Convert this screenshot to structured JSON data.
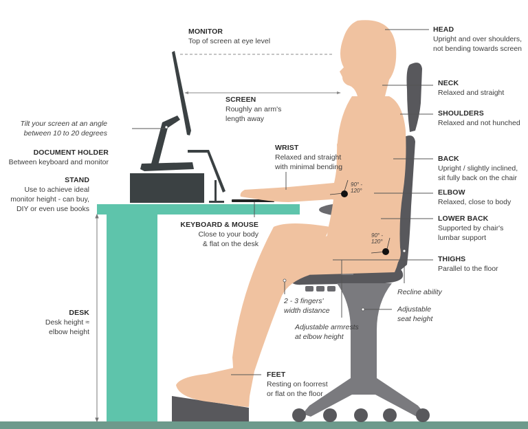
{
  "colors": {
    "skin": "#f0c2a0",
    "chair": "#58585c",
    "chair_light": "#7a7a7e",
    "desk": "#5ec4ab",
    "floor": "#6d9a8c",
    "monitor": "#3b4143",
    "leader_line": "#555555"
  },
  "labels": {
    "monitor": {
      "title": "MONITOR",
      "desc": "Top of screen at eye level"
    },
    "head": {
      "title": "HEAD",
      "desc1": "Upright and over shoulders,",
      "desc2": "not bending towards screen"
    },
    "neck": {
      "title": "NECK",
      "desc": "Relaxed and straight"
    },
    "shoulders": {
      "title": "SHOULDERS",
      "desc": "Relaxed and not hunched"
    },
    "screen": {
      "title": "SCREEN",
      "desc1": "Roughly an arm's",
      "desc2": "length away"
    },
    "tilt": {
      "desc1": "Tilt your screen at an angle",
      "desc2": "between 10 to 20 degrees"
    },
    "document_holder": {
      "title": "DOCUMENT HOLDER",
      "desc": "Between keyboard and monitor"
    },
    "stand": {
      "title": "STAND",
      "desc1": "Use to achieve ideal",
      "desc2": "monitor height - can buy,",
      "desc3": "DIY or even use books"
    },
    "wrist": {
      "title": "WRIST",
      "desc1": "Relaxed and straight",
      "desc2": "with minimal bending"
    },
    "back": {
      "title": "BACK",
      "desc1": "Upright / slightly inclined,",
      "desc2": "sit fully back on the chair"
    },
    "elbow": {
      "title": "ELBOW",
      "desc": "Relaxed, close to body"
    },
    "lower_back": {
      "title": "LOWER BACK",
      "desc1": "Supported by chair's",
      "desc2": "lumbar support"
    },
    "keyboard_mouse": {
      "title": "KEYBOARD & MOUSE",
      "desc1": "Close to your body",
      "desc2": "& flat on the desk"
    },
    "thighs": {
      "title": "THIGHS",
      "desc": "Parallel to the floor"
    },
    "recline": {
      "desc": "Recline ability"
    },
    "fingers": {
      "desc1": "2 - 3 fingers'",
      "desc2": "width distance"
    },
    "seat_height": {
      "desc1": "Adjustable",
      "desc2": "seat height"
    },
    "armrests": {
      "desc1": "Adjustable armrests",
      "desc2": "at elbow height"
    },
    "desk": {
      "title": "DESK",
      "desc1": "Desk height ≈",
      "desc2": "elbow height"
    },
    "feet": {
      "title": "FEET",
      "desc1": "Resting on foorrest",
      "desc2": "or flat on the floor"
    },
    "angle_elbow": {
      "line1": "90° -",
      "line2": "120°"
    },
    "angle_hip": {
      "line1": "90° -",
      "line2": "120°"
    }
  }
}
